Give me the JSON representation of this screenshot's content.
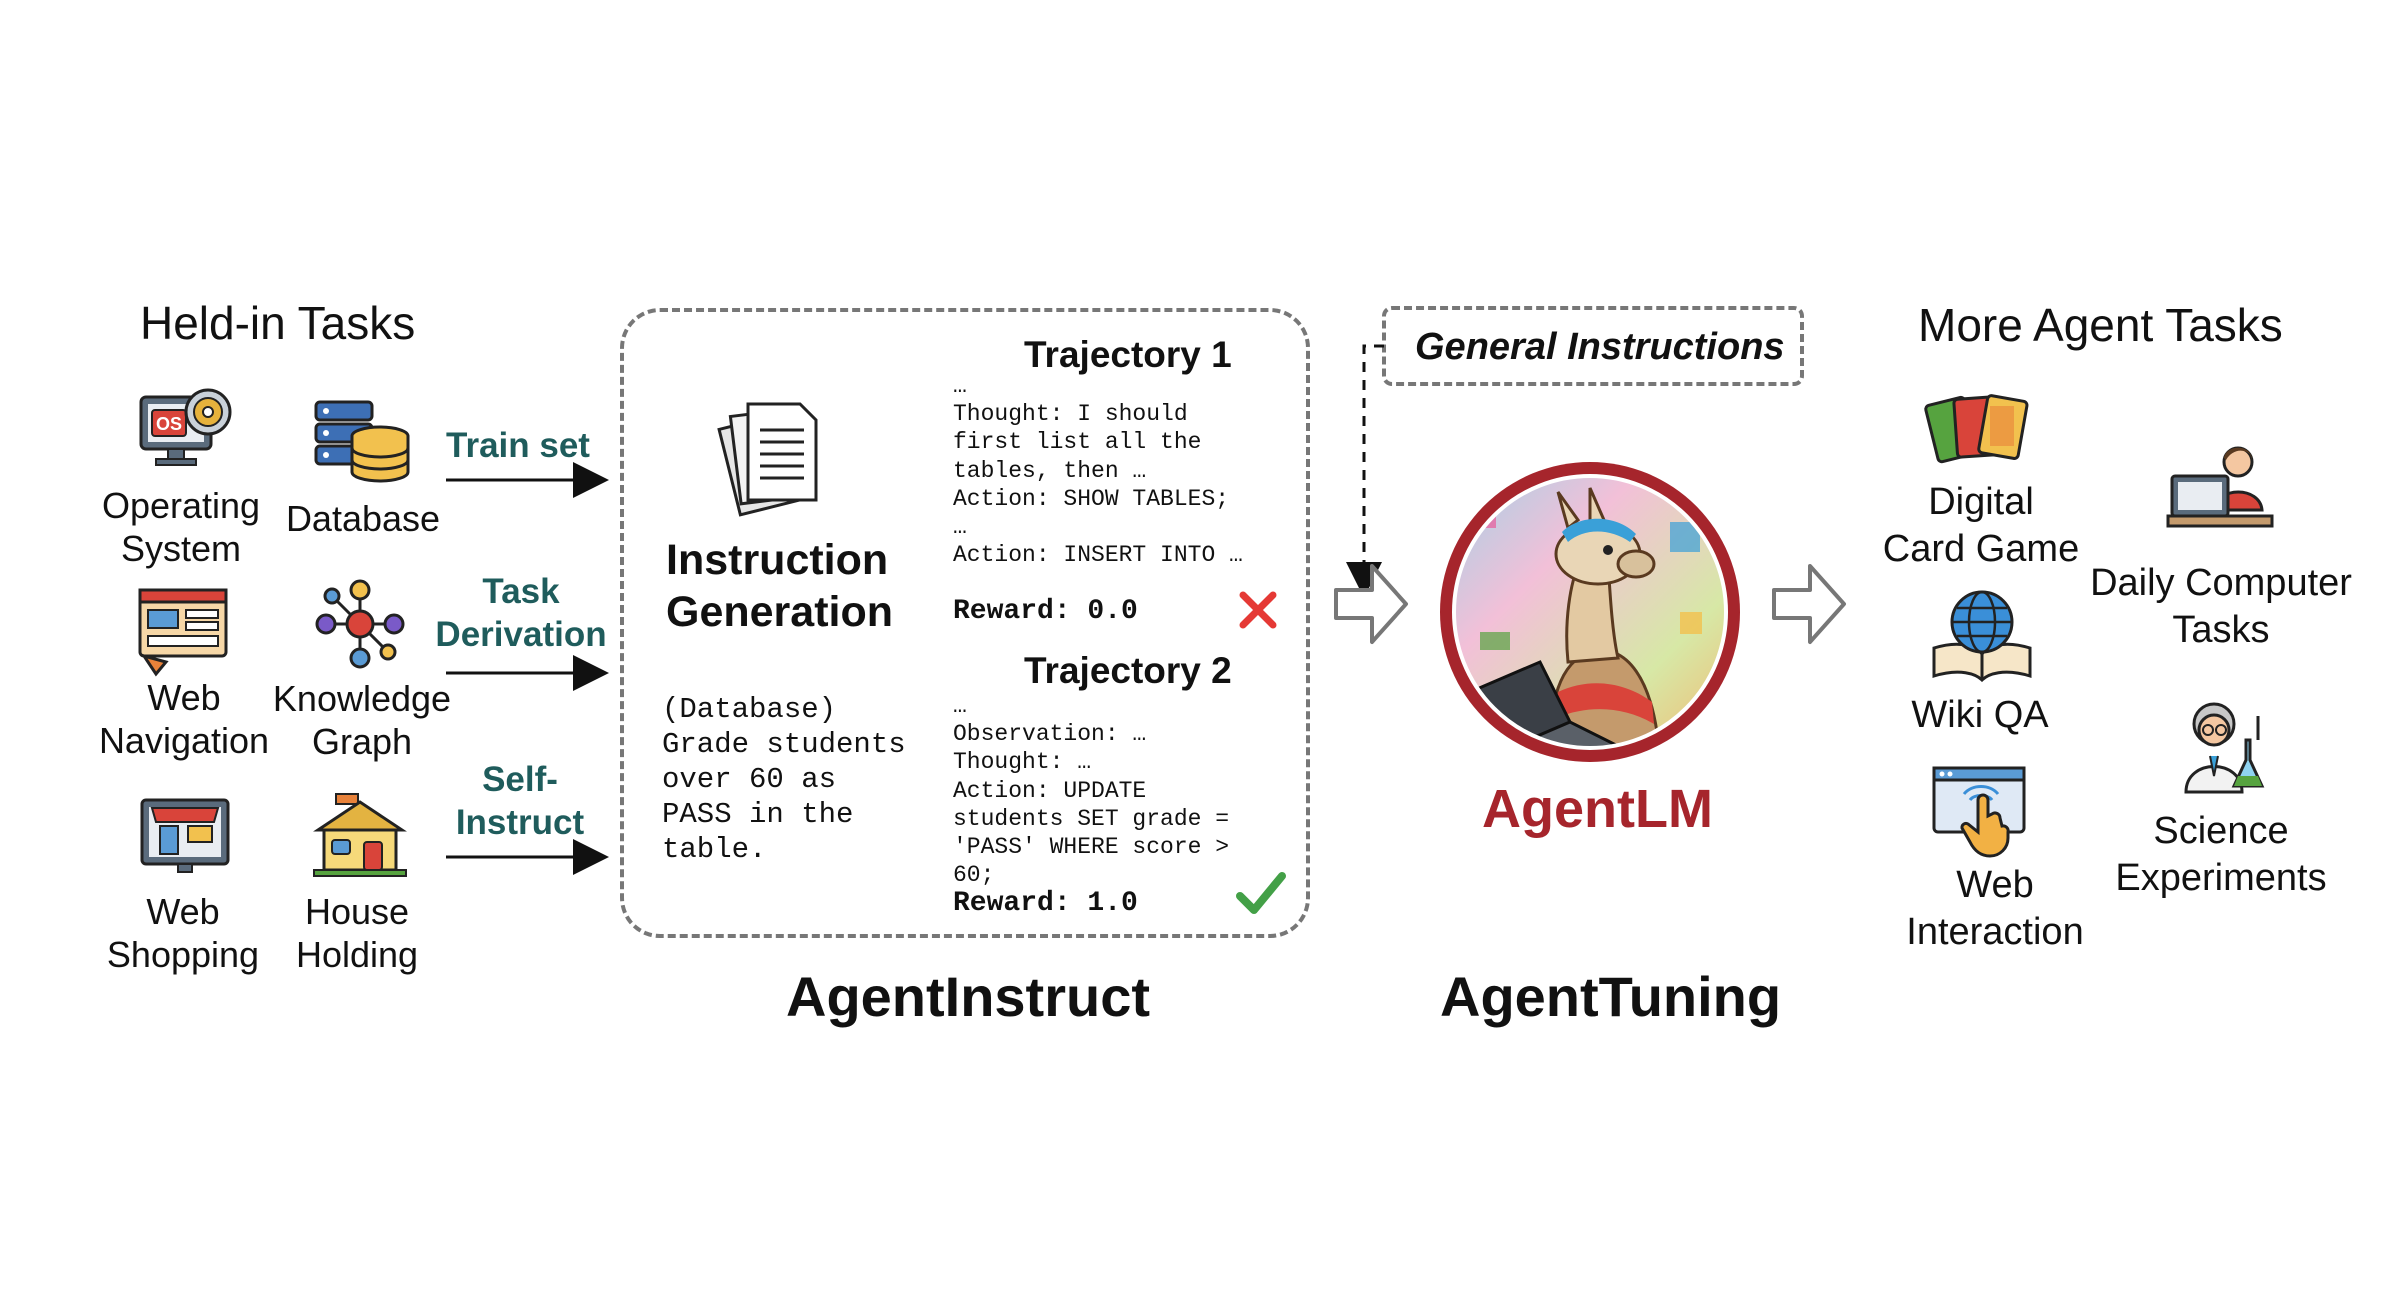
{
  "held_in": {
    "title": "Held-in Tasks",
    "tasks": [
      {
        "label_1": "Operating",
        "label_2": "System",
        "icon": "os-disc-icon"
      },
      {
        "label_1": "Database",
        "label_2": "",
        "icon": "database-icon"
      },
      {
        "label_1": "Web",
        "label_2": "Navigation",
        "icon": "web-navigation-icon"
      },
      {
        "label_1": "Knowledge",
        "label_2": "Graph",
        "icon": "knowledge-graph-icon"
      },
      {
        "label_1": "Web",
        "label_2": "Shopping",
        "icon": "web-shop-icon"
      },
      {
        "label_1": "House",
        "label_2": "Holding",
        "icon": "house-icon"
      }
    ]
  },
  "edges": {
    "train_set": "Train set",
    "task_derivation_1": "Task",
    "task_derivation_2": "Derivation",
    "self_instruct_1": "Self-",
    "self_instruct_2": "Instruct"
  },
  "agentinstruct": {
    "title": "AgentInstruct",
    "instruction_generation_1": "Instruction",
    "instruction_generation_2": "Generation",
    "database_example": [
      "(Database)",
      "Grade students",
      "over 60 as",
      "PASS in the",
      "table."
    ],
    "trajectory_1": {
      "title": "Trajectory 1",
      "lines": [
        "…",
        "Thought: I should",
        "first list all the",
        "tables, then …",
        "Action: SHOW TABLES;",
        "…",
        "Action: INSERT INTO …"
      ],
      "reward": "Reward: 0.0",
      "result_icon": "red-x-icon"
    },
    "trajectory_2": {
      "title": "Trajectory 2",
      "lines": [
        "…",
        "Observation: …",
        "Thought: …",
        "Action: UPDATE",
        "students SET grade =",
        "'PASS' WHERE score >",
        "60;"
      ],
      "reward": "Reward: 1.0",
      "result_icon": "green-check-icon"
    }
  },
  "agenttuning": {
    "title": "AgentTuning",
    "general_instructions": "General Instructions",
    "model_name": "AgentLM",
    "model_icon": "llama-avatar-icon"
  },
  "more_tasks": {
    "title": "More Agent Tasks",
    "tasks": [
      {
        "label_1": "Digital",
        "label_2": "Card Game",
        "icon": "playing-cards-icon"
      },
      {
        "label_1": "Daily Computer",
        "label_2": "Tasks",
        "icon": "person-computer-icon"
      },
      {
        "label_1": "Wiki QA",
        "label_2": "",
        "icon": "globe-book-icon"
      },
      {
        "label_1": "Science",
        "label_2": "Experiments",
        "icon": "scientist-icon"
      },
      {
        "label_1": "Web",
        "label_2": "Interaction",
        "icon": "web-click-icon"
      }
    ]
  },
  "colors": {
    "edge_label": "#1f5c5c",
    "agentlm_red": "#a6252c",
    "dashed_border": "#777777",
    "reward_x": "#e53935",
    "reward_check": "#43a047"
  }
}
